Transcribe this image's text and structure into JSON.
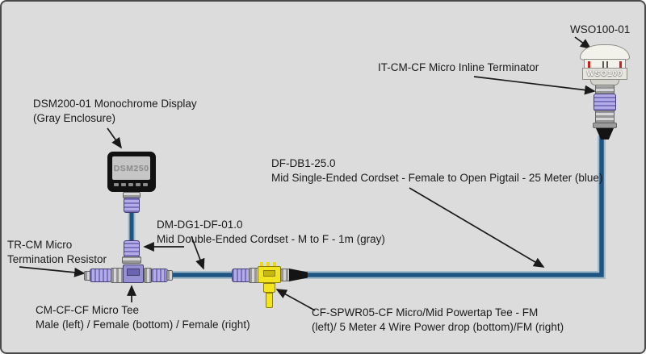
{
  "labels": {
    "wso": {
      "line1": "WSO100-01"
    },
    "inline_terminator": {
      "line1": "IT-CM-CF Micro Inline Terminator"
    },
    "display": {
      "line1": "DSM200-01 Monochrome Display",
      "line2": "(Gray Enclosure)"
    },
    "blue_cordset": {
      "line1": "DF-DB1-25.0",
      "line2": "Mid Single-Ended Cordset - Female to Open Pigtail - 25 Meter (blue)"
    },
    "gray_cordset": {
      "line1": "DM-DG1-DF-01.0",
      "line2": "Mid Double-Ended Cordset - M to F - 1m (gray)"
    },
    "termination_resistor": {
      "line1": "TR-CM Micro",
      "line2": "Termination Resistor"
    },
    "micro_tee": {
      "line1": "CM-CF-CF Micro Tee",
      "line2": "Male (left) / Female (bottom) / Female (right)"
    },
    "powertap_tee": {
      "line1": "CF-SPWR05-CF Micro/Mid Powertap Tee - FM",
      "line2": "(left)/ 5 Meter 4 Wire Power drop (bottom)/FM (right)"
    }
  },
  "devices": {
    "display_screen_text": "DSM250",
    "wind_sensor_text": "WSO100"
  },
  "colors": {
    "background": "#dcdcdc",
    "frame": "#4a4a4a",
    "cable_core": "#1f5582",
    "cable_edge": "#a3bccb",
    "connector_purple": "#9a93d6",
    "connector_gray": "#bcbcbc",
    "powertap_yellow": "#f2e41e",
    "label_text": "#1b1b1b"
  }
}
